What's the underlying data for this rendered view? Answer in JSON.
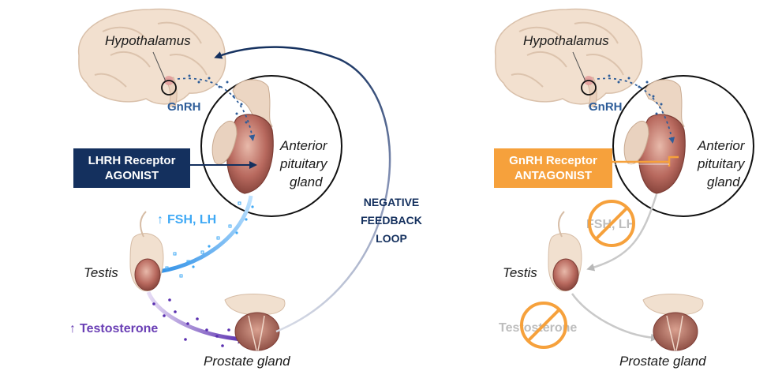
{
  "left_panel": {
    "hypothalamus": "Hypothalamus",
    "gnrh": "GnRH",
    "anterior_pituitary": [
      "Anterior",
      "pituitary",
      "gland"
    ],
    "drug_box": [
      "LHRH Receptor",
      "AGONIST"
    ],
    "fsh_lh": "FSH, LH",
    "testis": "Testis",
    "testosterone": "Testosterone",
    "prostate": "Prostate gland",
    "feedback": [
      "NEGATIVE",
      "FEEDBACK",
      "LOOP"
    ],
    "up_arrow": "↑"
  },
  "right_panel": {
    "hypothalamus": "Hypothalamus",
    "gnrh": "GnRH",
    "anterior_pituitary": [
      "Anterior",
      "pituitary",
      "gland"
    ],
    "drug_box": [
      "GnRH Receptor",
      "ANTAGONIST"
    ],
    "fsh_lh": "FSH, LH",
    "testis": "Testis",
    "testosterone": "Testosterone",
    "prostate": "Prostate gland"
  },
  "colors": {
    "navy": "#14305e",
    "gnrh_blue": "#2e5d99",
    "light_blue": "#3fa9f5",
    "purple": "#6a3fb5",
    "orange": "#f6a13c",
    "gray": "#b8b8b8",
    "gland": "#b8695e"
  }
}
